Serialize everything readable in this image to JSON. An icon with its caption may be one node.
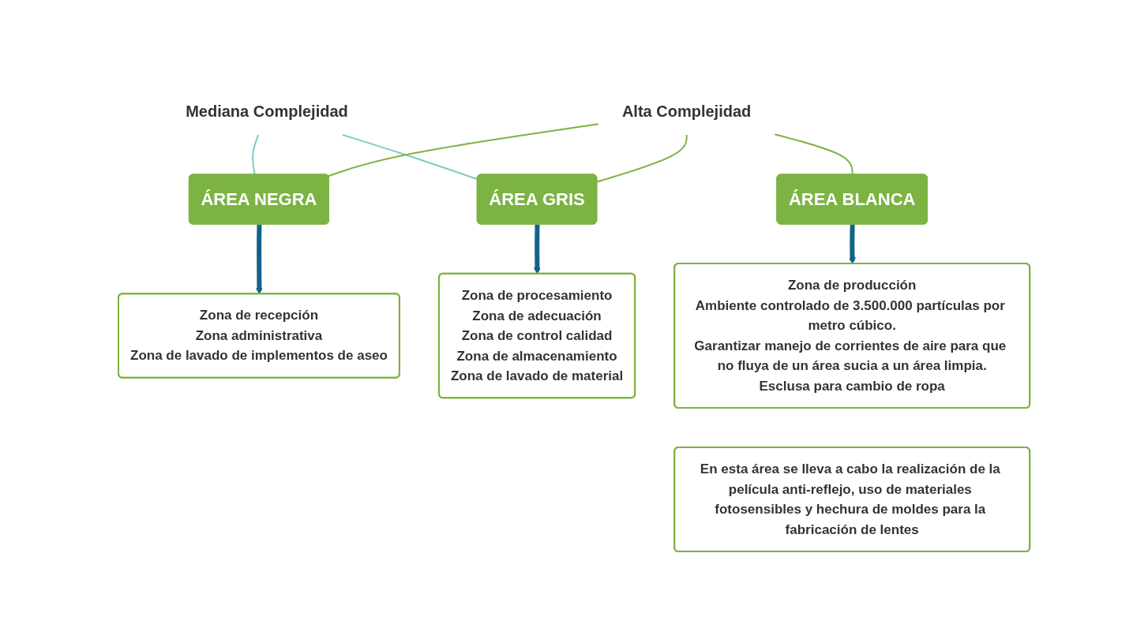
{
  "diagram": {
    "nodes": [
      {
        "text": [
          "Mediana Complejidad"
        ]
      },
      {
        "text": [
          "Alta Complejidad"
        ]
      },
      {
        "text": [
          "ÁREA NEGRA"
        ]
      },
      {
        "text": [
          "ÁREA GRIS"
        ]
      },
      {
        "text": [
          "ÁREA BLANCA"
        ]
      },
      {
        "text": [
          "Zona de recepción",
          "Zona administrativa",
          "Zona de lavado de implementos de aseo"
        ]
      },
      {
        "text": [
          "Zona de procesamiento",
          "Zona de adecuación",
          "Zona de control calidad",
          "Zona de almacenamiento",
          "Zona de lavado de material"
        ]
      },
      {
        "text": [
          "Zona de producción",
          "Ambiente controlado de 3.500.000 partículas por metro cúbico.",
          "Garantizar manejo de corrientes de aire para que no fluya de un área sucia a un área limpia.",
          "Esclusa para cambio de ropa"
        ]
      },
      {
        "text": [
          "En esta área se lleva a cabo la realización de la película anti-reflejo, uso de materiales fotosensibles y hechura de moldes para la fabricación de lentes"
        ]
      }
    ],
    "edges": [
      {
        "from": 0,
        "to": 2,
        "arrow": "none",
        "color": "#7ecbc4"
      },
      {
        "from": 0,
        "to": 3,
        "arrow": "none",
        "color": "#7ecbc4"
      },
      {
        "from": 1,
        "to": 2,
        "arrow": "none",
        "color": "#7cb342"
      },
      {
        "from": 1,
        "to": 3,
        "arrow": "none",
        "color": "#7cb342"
      },
      {
        "from": 1,
        "to": 4,
        "arrow": "none",
        "color": "#7cb342"
      },
      {
        "from": 2,
        "to": 5,
        "arrow": "to",
        "style": "thick",
        "color": "#12628a"
      },
      {
        "from": 3,
        "to": 6,
        "arrow": "to",
        "style": "thick",
        "color": "#12628a"
      },
      {
        "from": 4,
        "to": 7,
        "arrow": "to",
        "style": "thick",
        "color": "#12628a"
      }
    ]
  }
}
